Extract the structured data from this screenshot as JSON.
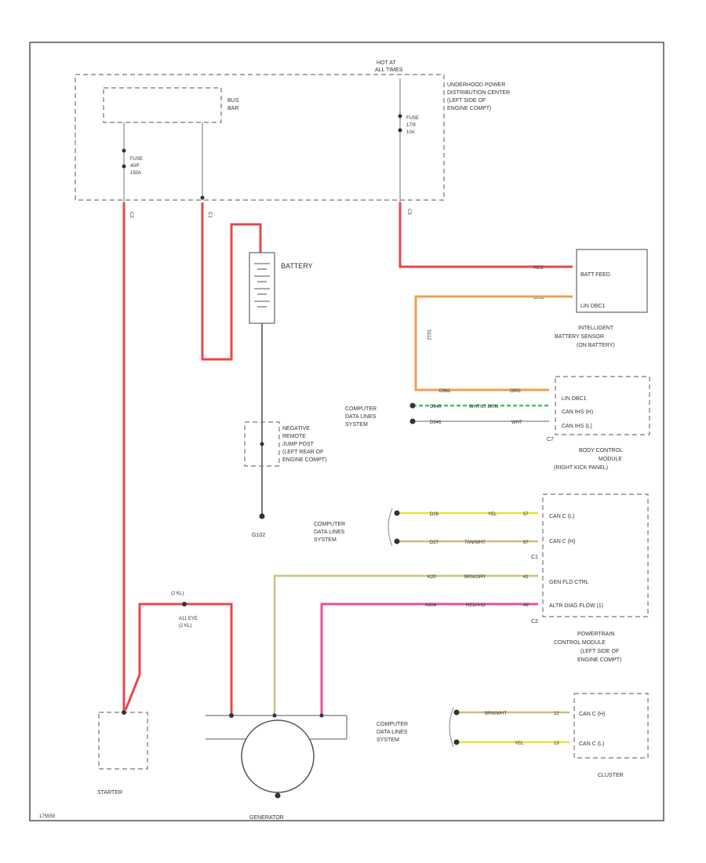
{
  "footer": {
    "code": "175559"
  },
  "pdc": {
    "hot_at_all_times": [
      "HOT AT",
      "ALL TIMES"
    ],
    "name": [
      "UNDERHOOD POWER",
      "DISTRIBUTION CENTER",
      "(LEFT SIDE OF",
      "ENGINE COMPT)"
    ],
    "bus_bar": [
      "BUS",
      "BAR"
    ],
    "fuse_left": [
      "FUSE",
      "40/F",
      "150A"
    ],
    "fuse_right": [
      "FUSE",
      "17/9",
      "10A"
    ],
    "conn_left": "C2",
    "conn_mid": "C1",
    "conn_right": "C5"
  },
  "battery": {
    "label": "BATTERY"
  },
  "ground": {
    "label": "G102"
  },
  "jump_post": {
    "label": [
      "NEGATIVE",
      "REMOTE",
      "JUMP POST",
      "(LEFT REAR OF",
      "ENGINE COMPT)"
    ]
  },
  "ibs": {
    "pins": [
      "BATT FEED",
      "LIN DBC1"
    ],
    "wire_top": "RED",
    "wire_bot": "ORG",
    "name": [
      "INTELLIGENT",
      "BATTERY SENSOR",
      "(ON BATTERY)"
    ],
    "splice": "S112"
  },
  "bcm": {
    "pins": [
      "LIN DBC1",
      "CAN IHS (H)",
      "CAN IHS (L)"
    ],
    "wires": [
      {
        "circuit": "D961",
        "color": "ORG"
      },
      {
        "circuit": "D940",
        "color": "WHT/LT GRN"
      },
      {
        "circuit": "D946",
        "color": "WHT"
      }
    ],
    "connector": "C7",
    "name": [
      "BODY CONTROL",
      "MODULE",
      "(RIGHT KICK PANEL)"
    ]
  },
  "data_lines": [
    "COMPUTER",
    "DATA LINES",
    "SYSTEM"
  ],
  "pcm": {
    "pins": [
      "CAN C (L)",
      "CAN C (H)",
      "GEN FLD CTRL",
      "ALTR DIAG FLOW (1)"
    ],
    "wires": [
      {
        "circuit": "D26",
        "color": "YEL",
        "pin": "57"
      },
      {
        "circuit": "D27",
        "color": "TAN/WHT",
        "pin": "67"
      },
      {
        "circuit": "K20",
        "color": "BRN/GRY",
        "pin": "41"
      },
      {
        "circuit": "K804",
        "color": "RED/VIO",
        "pin": "49"
      }
    ],
    "connector_top": "C1",
    "connector_bot": "C2",
    "name": [
      "POWERTRAIN",
      "CONTROL MODULE",
      "(LEFT SIDE OF",
      "ENGINE COMPT)"
    ]
  },
  "cluster": {
    "pins": [
      "CAN C (H)",
      "CAN C (L)"
    ],
    "wires": [
      {
        "color": "BRN/WHT",
        "pin": "12"
      },
      {
        "color": "YEL",
        "pin": "13"
      }
    ],
    "name": "CLUSTER"
  },
  "starter": {
    "label": "STARTER"
  },
  "generator": {
    "label": "GENERATOR"
  },
  "fusible": {
    "label": [
      "A11 EYE",
      "(2 KL)"
    ],
    "top": "(2 KL)"
  }
}
